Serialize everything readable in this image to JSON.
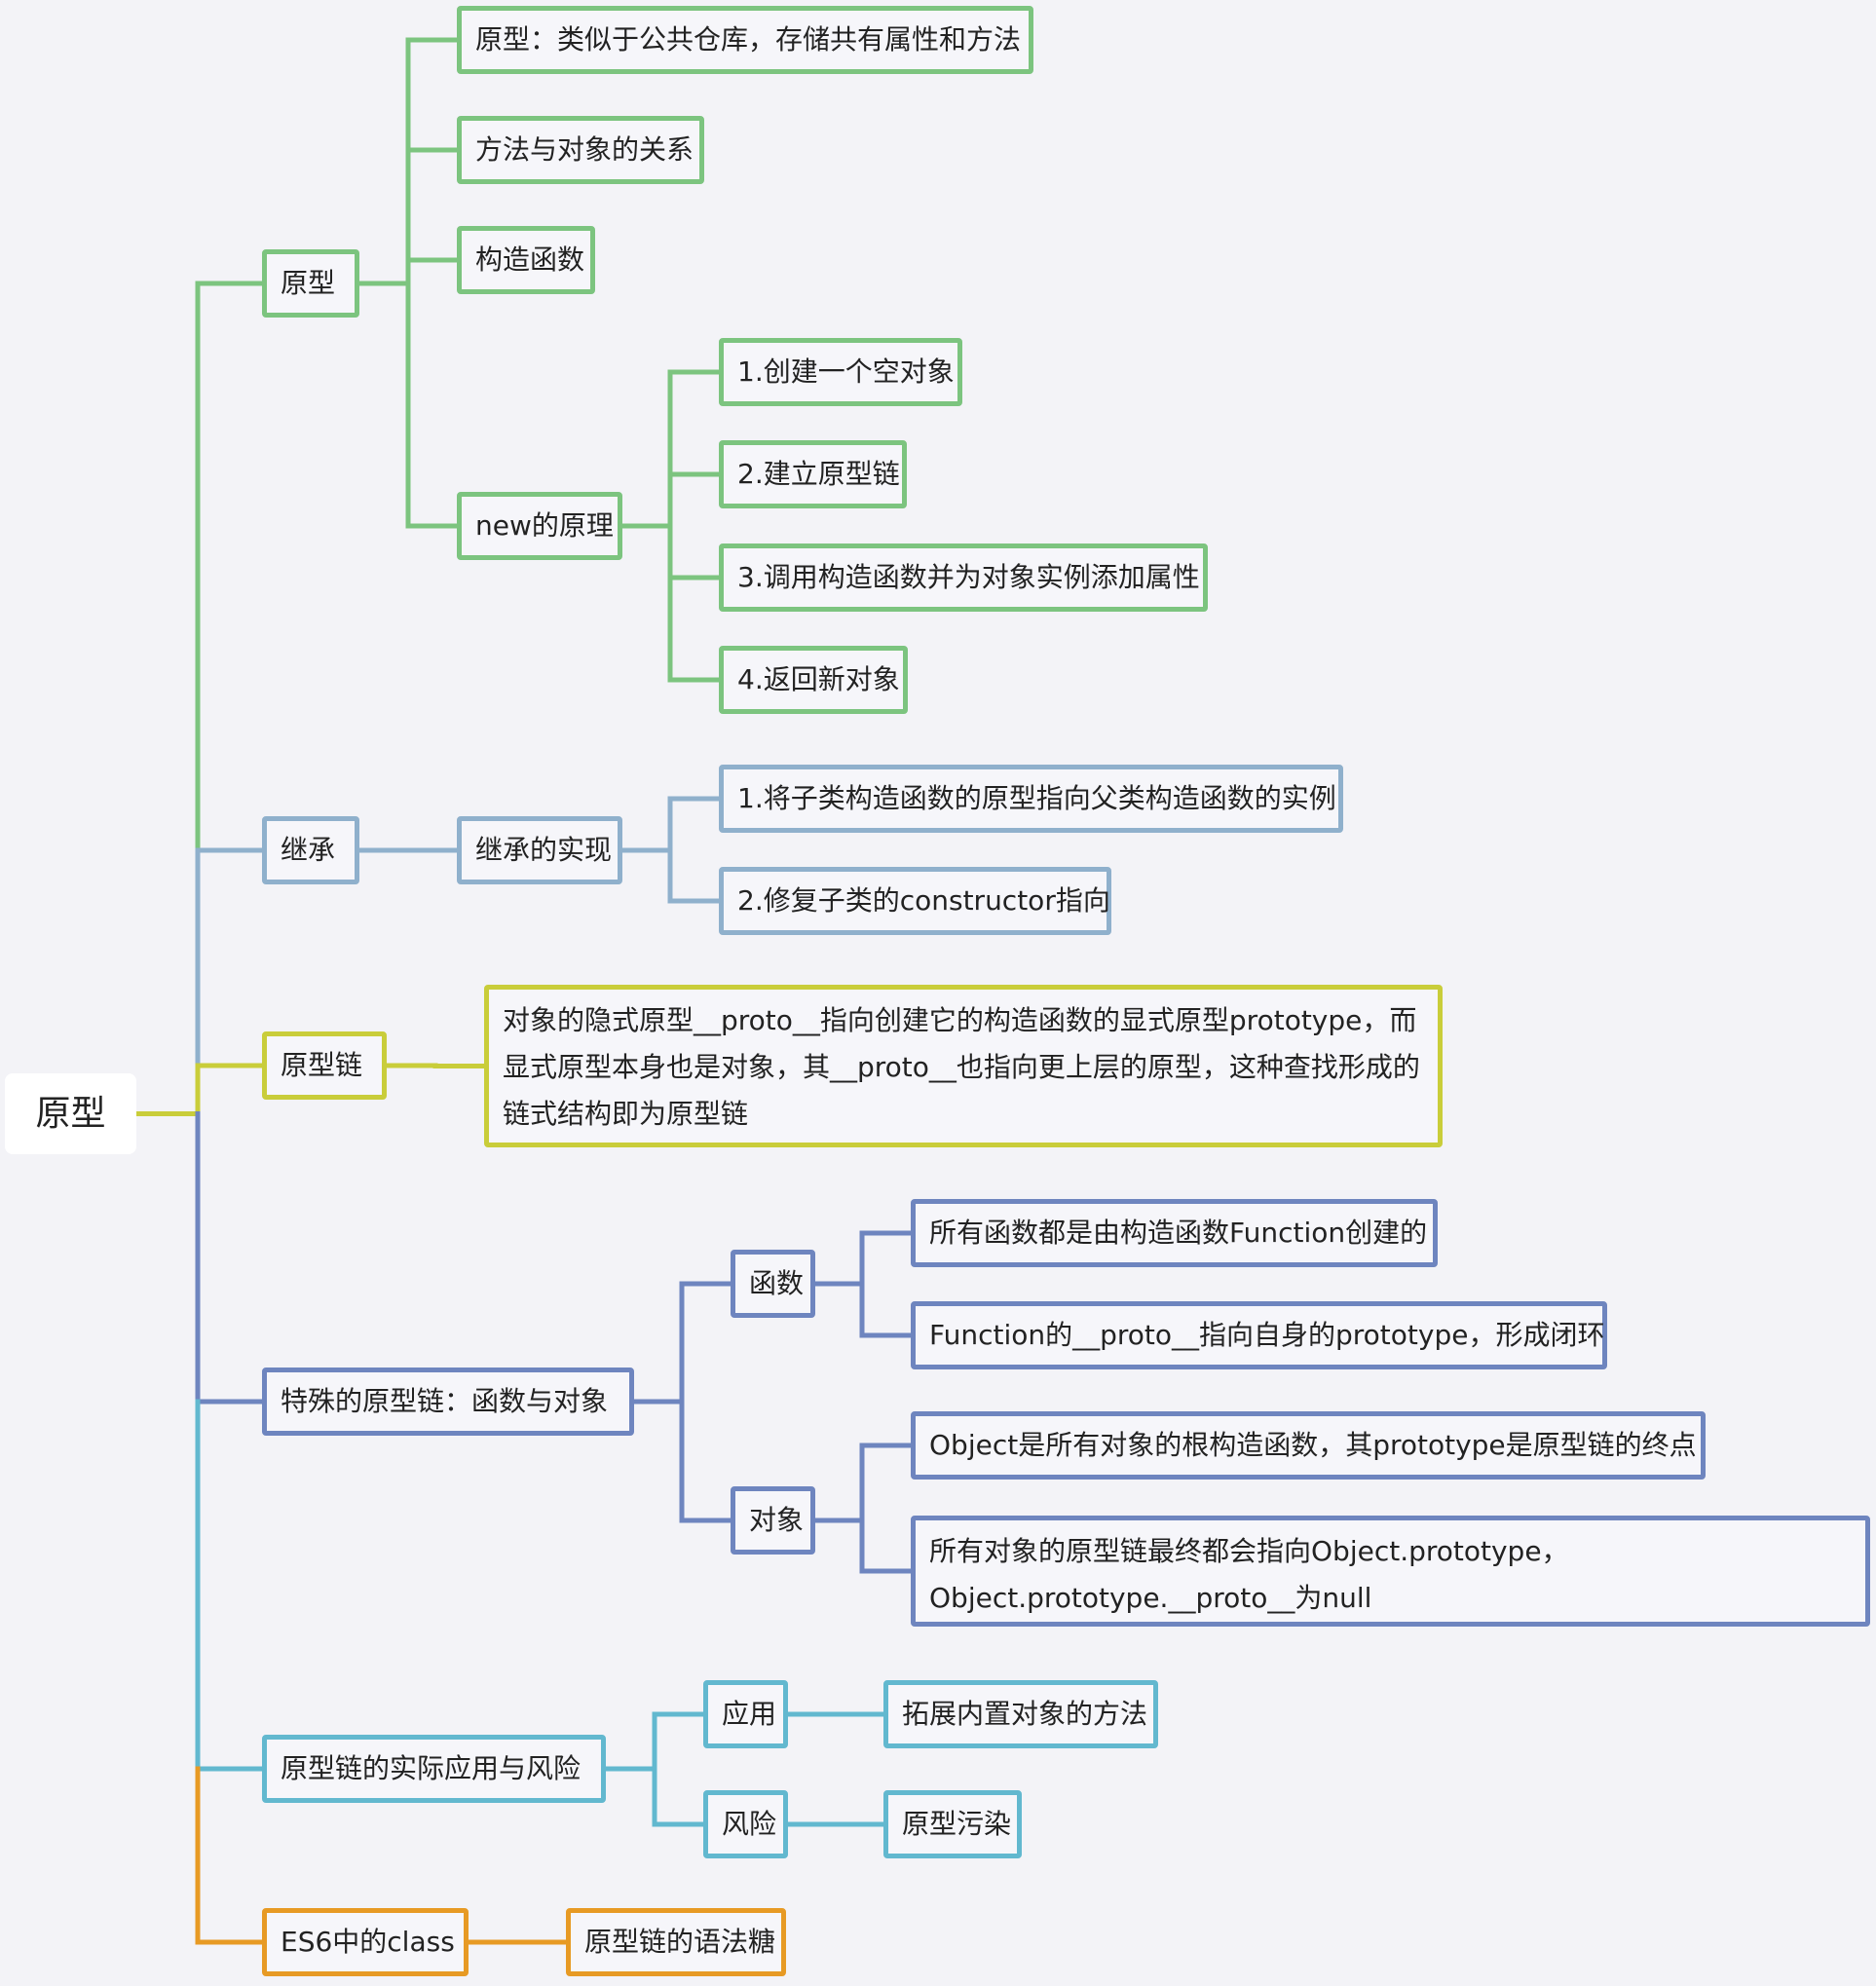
{
  "root": {
    "label": "原型"
  },
  "colors": {
    "green": "#7cc47f",
    "grayblue": "#8fb0cc",
    "yellow": "#c9cd3a",
    "blue": "#6e85bf",
    "cyan": "#62b8cf",
    "orange": "#e79a24"
  },
  "branches": {
    "prototype": {
      "label": "原型",
      "children": {
        "warehouse": "原型：类似于公共仓库，存储共有属性和方法",
        "method_object": "方法与对象的关系",
        "constructor": "构造函数",
        "new_principle": {
          "label": "new的原理",
          "steps": [
            "1.创建一个空对象",
            "2.建立原型链",
            "3.调用构造函数并为对象实例添加属性",
            "4.返回新对象"
          ]
        }
      }
    },
    "inheritance": {
      "label": "继承",
      "implementation": {
        "label": "继承的实现",
        "steps": [
          "1.将子类构造函数的原型指向父类构造函数的实例",
          "2.修复子类的constructor指向"
        ]
      }
    },
    "chain": {
      "label": "原型链",
      "description": "对象的隐式原型__proto__指向创建它的构造函数的显式原型prototype，而显式原型本身也是对象，其__proto__也指向更上层的原型，这种查找形成的链式结构即为原型链"
    },
    "special": {
      "label": "特殊的原型链：函数与对象",
      "function": {
        "label": "函数",
        "items": [
          "所有函数都是由构造函数Function创建的",
          "Function的__proto__指向自身的prototype，形成闭环"
        ]
      },
      "object": {
        "label": "对象",
        "items": [
          "Object是所有对象的根构造函数，其prototype是原型链的终点",
          "所有对象的原型链最终都会指向Object.prototype，Object.prototype.__proto__为null"
        ]
      }
    },
    "practice": {
      "label": "原型链的实际应用与风险",
      "application": {
        "label": "应用",
        "item": "拓展内置对象的方法"
      },
      "risk": {
        "label": "风险",
        "item": "原型污染"
      }
    },
    "es6": {
      "label": "ES6中的class",
      "item": "原型链的语法糖"
    }
  }
}
